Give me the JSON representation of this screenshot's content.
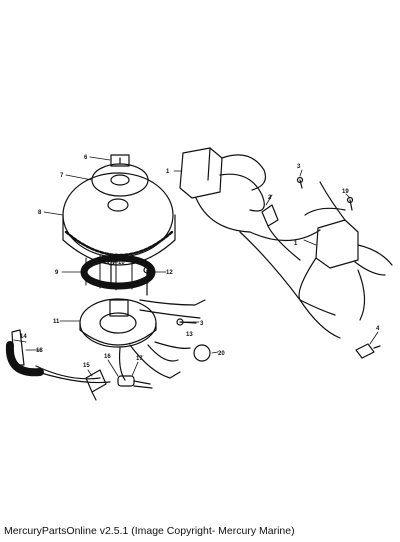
{
  "diagram": {
    "callouts": [
      "1",
      "1",
      "2",
      "3",
      "19",
      "6",
      "7",
      "8",
      "9",
      "10",
      "12",
      "11",
      "3",
      "13",
      "4",
      "14",
      "18",
      "15",
      "16",
      "17",
      "20"
    ]
  },
  "footer": {
    "caption": "MercuryPartsOnline v2.5.1 (Image Copyright- Mercury Marine)"
  }
}
